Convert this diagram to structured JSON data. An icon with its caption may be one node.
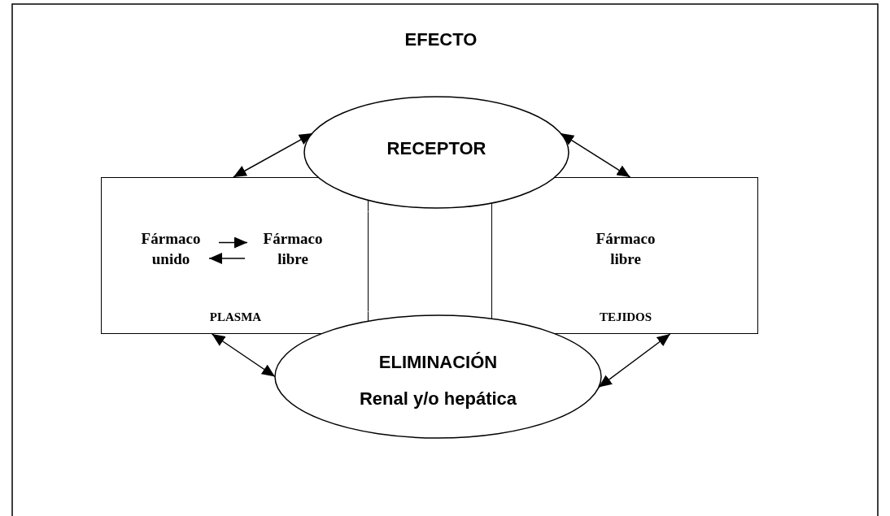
{
  "diagram": {
    "title": "EFECTO",
    "nodes": [
      {
        "text": [
          "PLASMA"
        ]
      },
      {
        "text": [
          "Fármaco unido"
        ],
        "in": 0
      },
      {
        "text": [
          "Fármaco libre"
        ],
        "in": 0
      },
      {
        "text": [],
        "shape": "box"
      },
      {
        "text": [
          "Fármaco libre",
          "TEJIDOS"
        ]
      },
      {
        "text": [
          "RECEPTOR"
        ]
      },
      {
        "text": [
          "ELIMINACIÓN",
          "Renal y/o hepática"
        ]
      }
    ],
    "edges": [
      {
        "from": 1,
        "to": 2,
        "arrow": "to"
      },
      {
        "from": 2,
        "to": 1,
        "arrow": "to"
      },
      {
        "from": 0,
        "to": 5,
        "arrow": "both"
      },
      {
        "from": 5,
        "to": 4,
        "arrow": "both"
      },
      {
        "from": 0,
        "to": 6,
        "arrow": "both"
      },
      {
        "from": 4,
        "to": 6,
        "arrow": "both"
      }
    ]
  }
}
